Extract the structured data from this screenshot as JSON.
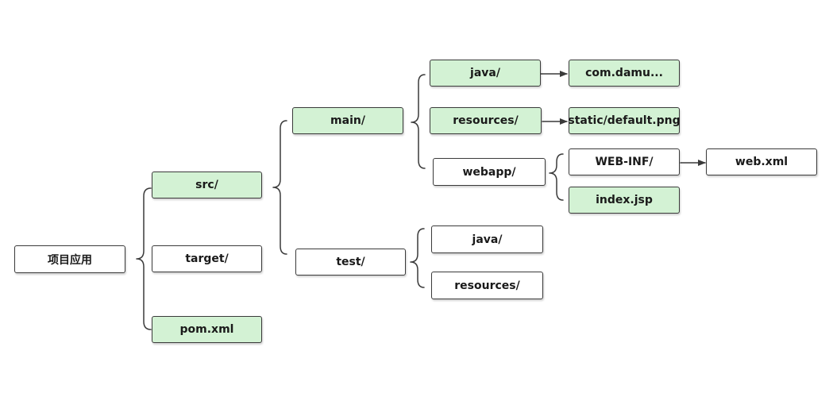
{
  "colors": {
    "highlight_fill": "#d3f2d4",
    "plain_fill": "#ffffff",
    "stroke": "#3a3a3a"
  },
  "nodes": {
    "root": {
      "label": "项目应用",
      "highlight": false
    },
    "src": {
      "label": "src/",
      "highlight": true
    },
    "target": {
      "label": "target/",
      "highlight": false
    },
    "pom": {
      "label": "pom.xml",
      "highlight": true
    },
    "main": {
      "label": "main/",
      "highlight": true
    },
    "test": {
      "label": "test/",
      "highlight": false
    },
    "main_java": {
      "label": "java/",
      "highlight": true
    },
    "main_resources": {
      "label": "resources/",
      "highlight": true
    },
    "webapp": {
      "label": "webapp/",
      "highlight": false
    },
    "com_damu": {
      "label": "com.damu...",
      "highlight": true
    },
    "static_default": {
      "label": "static/default.png",
      "highlight": true
    },
    "web_inf": {
      "label": "WEB-INF/",
      "highlight": false
    },
    "index_jsp": {
      "label": "index.jsp",
      "highlight": true
    },
    "web_xml": {
      "label": "web.xml",
      "highlight": false
    },
    "test_java": {
      "label": "java/",
      "highlight": false
    },
    "test_resources": {
      "label": "resources/",
      "highlight": false
    }
  }
}
